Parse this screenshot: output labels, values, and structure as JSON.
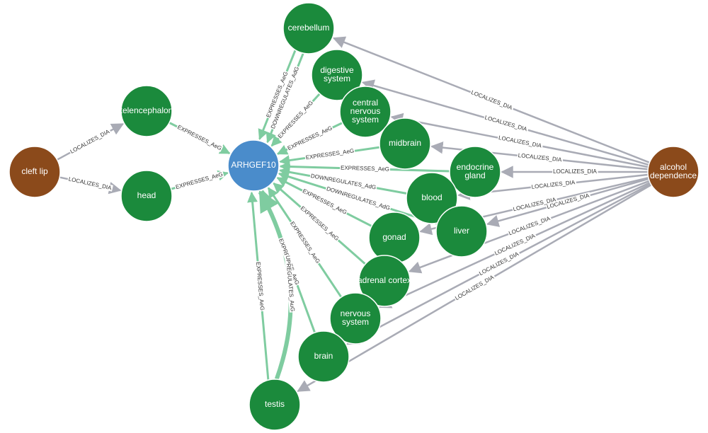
{
  "colors": {
    "gene": "#4a8ccb",
    "anatomy": "#1b8a3c",
    "disease": "#8b4a1b",
    "expresses_edge": "#7fcca0",
    "localizes_edge": "#a9abb5",
    "node_stroke": "#ffffff"
  },
  "nodes": [
    {
      "id": "arhgef10",
      "label": [
        "ARHGEF10"
      ],
      "kind": "gene"
    },
    {
      "id": "cleft-lip",
      "label": [
        "cleft lip"
      ],
      "kind": "disease"
    },
    {
      "id": "alcohol-dependence",
      "label": [
        "alcohol",
        "dependence"
      ],
      "kind": "disease"
    },
    {
      "id": "telencephalon",
      "label": [
        "telencephalon"
      ],
      "kind": "anatomy"
    },
    {
      "id": "head",
      "label": [
        "head"
      ],
      "kind": "anatomy"
    },
    {
      "id": "cerebellum",
      "label": [
        "cerebellum"
      ],
      "kind": "anatomy"
    },
    {
      "id": "digestive-system",
      "label": [
        "digestive",
        "system"
      ],
      "kind": "anatomy"
    },
    {
      "id": "central-nervous-system",
      "label": [
        "central",
        "nervous",
        "system"
      ],
      "kind": "anatomy"
    },
    {
      "id": "midbrain",
      "label": [
        "midbrain"
      ],
      "kind": "anatomy"
    },
    {
      "id": "endocrine-gland",
      "label": [
        "endocrine",
        "gland"
      ],
      "kind": "anatomy"
    },
    {
      "id": "blood",
      "label": [
        "blood"
      ],
      "kind": "anatomy"
    },
    {
      "id": "liver",
      "label": [
        "liver"
      ],
      "kind": "anatomy"
    },
    {
      "id": "gonad",
      "label": [
        "gonad"
      ],
      "kind": "anatomy"
    },
    {
      "id": "adrenal-cortex",
      "label": [
        "adrenal cortex"
      ],
      "kind": "anatomy"
    },
    {
      "id": "nervous-system",
      "label": [
        "nervous",
        "system"
      ],
      "kind": "anatomy"
    },
    {
      "id": "brain",
      "label": [
        "brain"
      ],
      "kind": "anatomy"
    },
    {
      "id": "testis",
      "label": [
        "testis"
      ],
      "kind": "anatomy"
    }
  ],
  "edges": [
    {
      "source": "cleft-lip",
      "target": "telencephalon",
      "label": "LOCALIZES_DIA"
    },
    {
      "source": "cleft-lip",
      "target": "head",
      "label": "LOCALIZES_DIA"
    },
    {
      "source": "telencephalon",
      "target": "arhgef10",
      "label": "EXPRESSES_AeG"
    },
    {
      "source": "head",
      "target": "arhgef10",
      "label": "EXPRESSES_AeG"
    },
    {
      "source": "cerebellum",
      "target": "arhgef10",
      "label": "DOWNREGULATES_AdG"
    },
    {
      "source": "cerebellum",
      "target": "arhgef10",
      "label": "EXPRESSES_AeG"
    },
    {
      "source": "digestive-system",
      "target": "arhgef10",
      "label": "EXPRESSES_AeG"
    },
    {
      "source": "central-nervous-system",
      "target": "arhgef10",
      "label": "EXPRESSES_AeG"
    },
    {
      "source": "midbrain",
      "target": "arhgef10",
      "label": "EXPRESSES_AeG"
    },
    {
      "source": "endocrine-gland",
      "target": "arhgef10",
      "label": "EXPRESSES_AeG"
    },
    {
      "source": "blood",
      "target": "arhgef10",
      "label": "DOWNREGULATES_AdG"
    },
    {
      "source": "liver",
      "target": "arhgef10",
      "label": "DOWNREGULATES_AdG"
    },
    {
      "source": "gonad",
      "target": "arhgef10",
      "label": "EXPRESSES_AeG"
    },
    {
      "source": "adrenal-cortex",
      "target": "arhgef10",
      "label": "EXPRESSES_AeG"
    },
    {
      "source": "nervous-system",
      "target": "arhgef10",
      "label": "EXPRESSES_AeG"
    },
    {
      "source": "brain",
      "target": "arhgef10",
      "label": "EXPRESSES_AeG"
    },
    {
      "source": "testis",
      "target": "arhgef10",
      "label": "EXPRESSES_AeG"
    },
    {
      "source": "testis",
      "target": "arhgef10",
      "label": "UPREGULATES_AuG"
    },
    {
      "source": "alcohol-dependence",
      "target": "cerebellum",
      "label": "LOCALIZES_DIA"
    },
    {
      "source": "alcohol-dependence",
      "target": "digestive-system",
      "label": "LOCALIZES_DIA"
    },
    {
      "source": "alcohol-dependence",
      "target": "central-nervous-system",
      "label": "LOCALIZES_DIA"
    },
    {
      "source": "alcohol-dependence",
      "target": "midbrain",
      "label": "LOCALIZES_DIA"
    },
    {
      "source": "alcohol-dependence",
      "target": "endocrine-gland",
      "label": "LOCALIZES_DIA"
    },
    {
      "source": "alcohol-dependence",
      "target": "blood",
      "label": "LOCALIZES_DIA"
    },
    {
      "source": "alcohol-dependence",
      "target": "liver",
      "label": "LOCALIZES_DIA"
    },
    {
      "source": "alcohol-dependence",
      "target": "gonad",
      "label": "LOCALIZES_DIA"
    },
    {
      "source": "alcohol-dependence",
      "target": "adrenal-cortex",
      "label": "LOCALIZES_DIA"
    },
    {
      "source": "alcohol-dependence",
      "target": "nervous-system",
      "label": "LOCALIZES_DIA"
    },
    {
      "source": "alcohol-dependence",
      "target": "brain",
      "label": "LOCALIZES_DIA"
    },
    {
      "source": "alcohol-dependence",
      "target": "testis",
      "label": "LOCALIZES_DIA"
    }
  ]
}
